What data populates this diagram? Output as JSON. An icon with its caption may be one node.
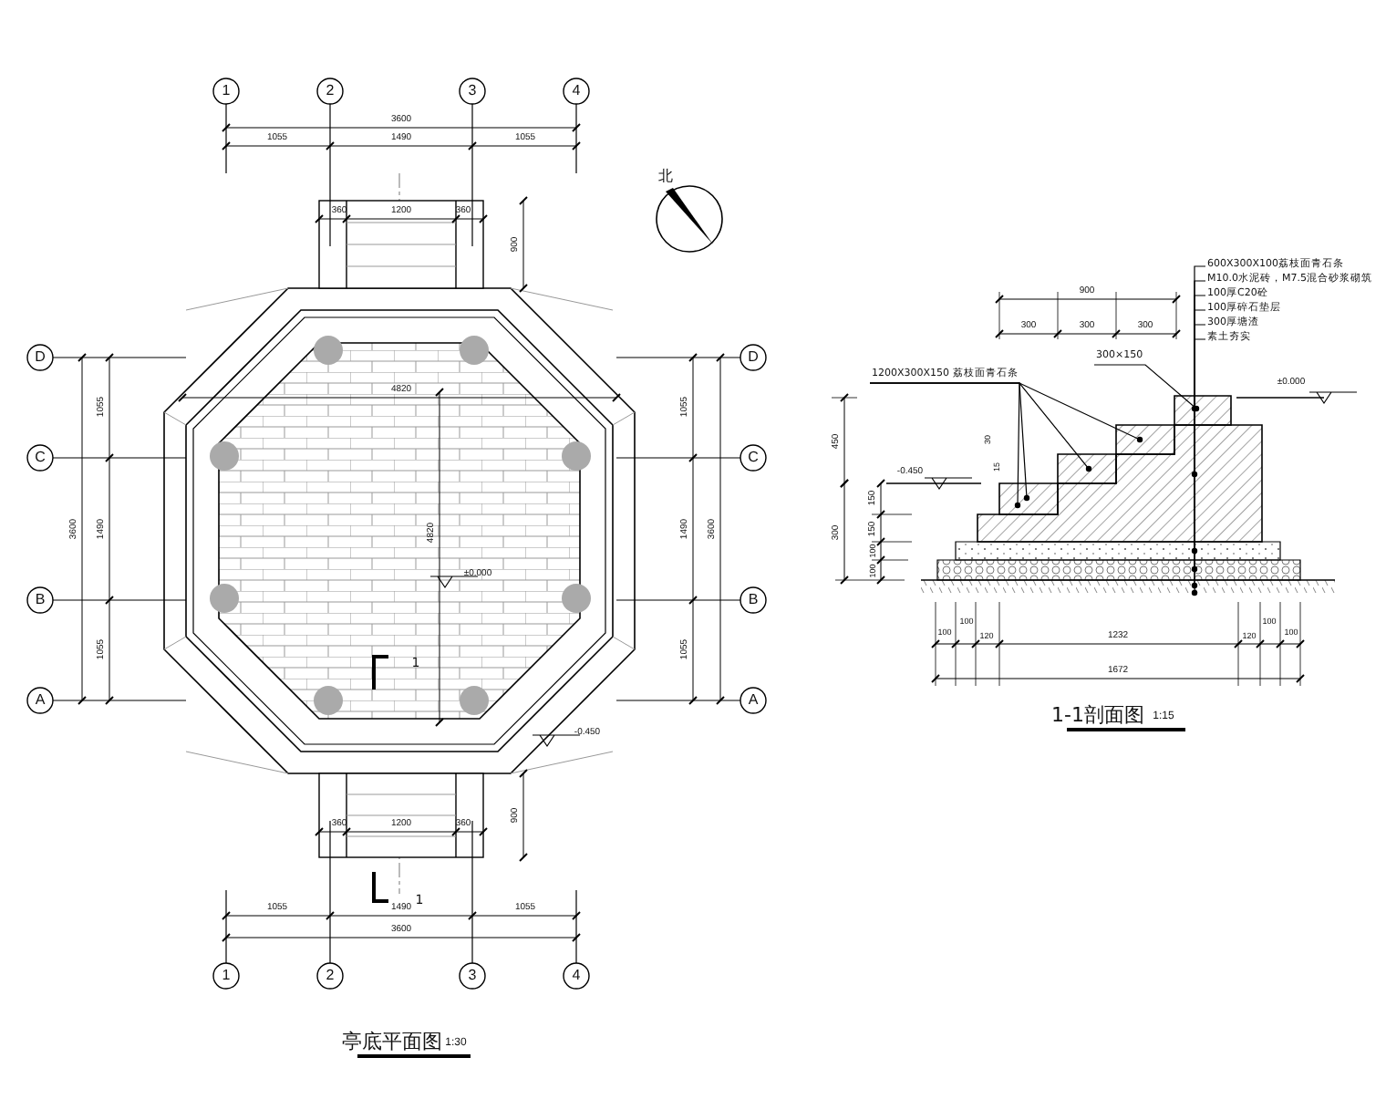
{
  "diagram": {
    "nodes": [
      {
        "text": [
          "1200X300X150",
          "荔枝面青石条"
        ]
      },
      {
        "text": [
          "300×150"
        ]
      },
      {
        "text": [
          "600X300X100荔枝面青石条"
        ]
      },
      {
        "text": [
          "M10.0水泥砖，M7.5混合砂浆砌筑"
        ]
      },
      {
        "text": [
          "100厚C20砼"
        ]
      },
      {
        "text": [
          "100厚碎石垫层"
        ]
      },
      {
        "text": [
          "300厚塘渣"
        ]
      },
      {
        "text": [
          "素土夯实"
        ]
      },
      {
        "text": [],
        "shape": "box"
      },
      {
        "text": [],
        "shape": "box"
      },
      {
        "text": [],
        "shape": "box"
      },
      {
        "text": [],
        "shape": "box"
      },
      {
        "text": [],
        "shape": "box"
      },
      {
        "text": [],
        "shape": "bar"
      },
      {
        "text": [],
        "shape": "bar"
      },
      {
        "text": [],
        "shape": "bar"
      }
    ],
    "edges": [
      {
        "from": 0,
        "to": 9,
        "arrow": "other"
      },
      {
        "from": 0,
        "to": 10,
        "arrow": "other"
      },
      {
        "from": 0,
        "to": 11,
        "arrow": "other"
      },
      {
        "from": 0,
        "to": 11,
        "arrow": "other"
      },
      {
        "from": 1,
        "to": 8,
        "arrow": "other"
      },
      {
        "from": 2,
        "to": 8,
        "arrow": "other"
      },
      {
        "from": 3,
        "to": 12,
        "arrow": "other"
      },
      {
        "from": 4,
        "to": 13,
        "arrow": "other"
      },
      {
        "from": 5,
        "to": 14,
        "arrow": "other"
      },
      {
        "from": 6,
        "to": 15,
        "arrow": "other"
      },
      {
        "from": 7,
        "to": 15,
        "arrow": "other"
      }
    ],
    "labels": [
      "1",
      "2",
      "3",
      "4",
      "3600",
      "1055",
      "1490",
      "1055",
      "北",
      "360",
      "1200",
      "360",
      "900",
      "D",
      "D",
      "C",
      "C",
      "B",
      "B",
      "A",
      "A",
      "1055",
      "1490",
      "1055",
      "3600",
      "1055",
      "1490",
      "1055",
      "3600",
      "4820",
      "4820",
      "±0.000",
      "1",
      "-0.450",
      "360",
      "1200",
      "360",
      "900",
      "1",
      "1055",
      "1490",
      "1055",
      "3600",
      "1",
      "2",
      "3",
      "4",
      "亭底平面图",
      "1:30",
      "900",
      "300",
      "300",
      "300",
      "±0.000",
      "450",
      "30",
      "15",
      "-0.450",
      "150",
      "150",
      "100",
      "100",
      "300",
      "100",
      "100",
      "120",
      "1232",
      "120",
      "100",
      "100",
      "1672",
      "1-1剖面图",
      "1:15"
    ]
  }
}
